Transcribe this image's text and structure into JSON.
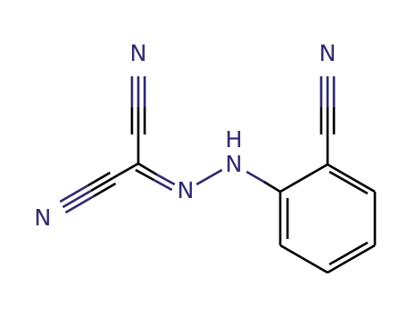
{
  "molecule": {
    "atoms": {
      "n_top": "N",
      "n_left": "N",
      "n_azo": "N",
      "nh_n": "N",
      "nh_h": "H",
      "n_right": "N"
    }
  },
  "colors": {
    "bond": "#000000",
    "nitrogen": "#2e2a6e"
  }
}
